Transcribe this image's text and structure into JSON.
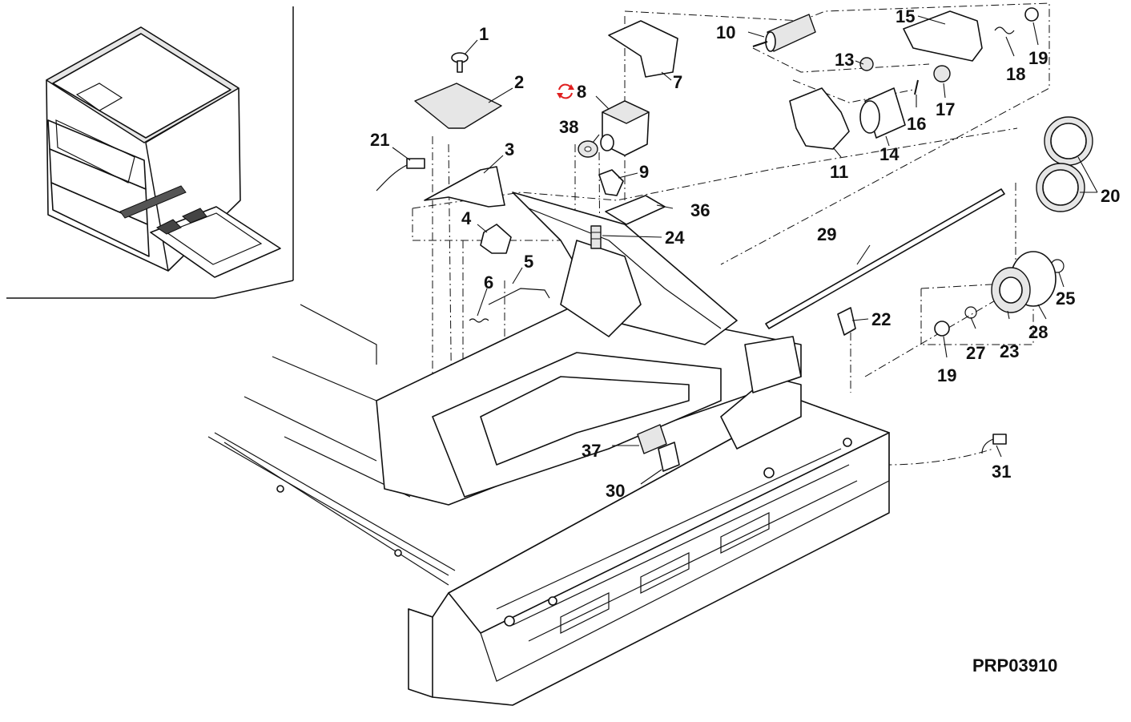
{
  "diagram": {
    "drawing_code": "PRP03910",
    "callouts": [
      {
        "id": "1",
        "text": "1"
      },
      {
        "id": "2",
        "text": "2"
      },
      {
        "id": "3",
        "text": "3"
      },
      {
        "id": "4",
        "text": "4"
      },
      {
        "id": "5",
        "text": "5"
      },
      {
        "id": "6",
        "text": "6"
      },
      {
        "id": "7",
        "text": "7"
      },
      {
        "id": "8",
        "text": "8"
      },
      {
        "id": "9",
        "text": "9"
      },
      {
        "id": "10",
        "text": "10"
      },
      {
        "id": "11",
        "text": "11"
      },
      {
        "id": "13",
        "text": "13"
      },
      {
        "id": "14",
        "text": "14"
      },
      {
        "id": "15",
        "text": "15"
      },
      {
        "id": "16",
        "text": "16"
      },
      {
        "id": "17",
        "text": "17"
      },
      {
        "id": "18",
        "text": "18"
      },
      {
        "id": "19a",
        "text": "19"
      },
      {
        "id": "19b",
        "text": "19"
      },
      {
        "id": "20",
        "text": "20"
      },
      {
        "id": "21",
        "text": "21"
      },
      {
        "id": "22",
        "text": "22"
      },
      {
        "id": "23",
        "text": "23"
      },
      {
        "id": "24",
        "text": "24"
      },
      {
        "id": "25",
        "text": "25"
      },
      {
        "id": "27",
        "text": "27"
      },
      {
        "id": "28",
        "text": "28"
      },
      {
        "id": "29",
        "text": "29"
      },
      {
        "id": "30",
        "text": "30"
      },
      {
        "id": "31",
        "text": "31"
      },
      {
        "id": "36",
        "text": "36"
      },
      {
        "id": "37",
        "text": "37"
      },
      {
        "id": "38",
        "text": "38"
      }
    ],
    "icons": {
      "part_8_marker": "refresh-arrows-icon",
      "marker_color": "#e02020"
    }
  }
}
